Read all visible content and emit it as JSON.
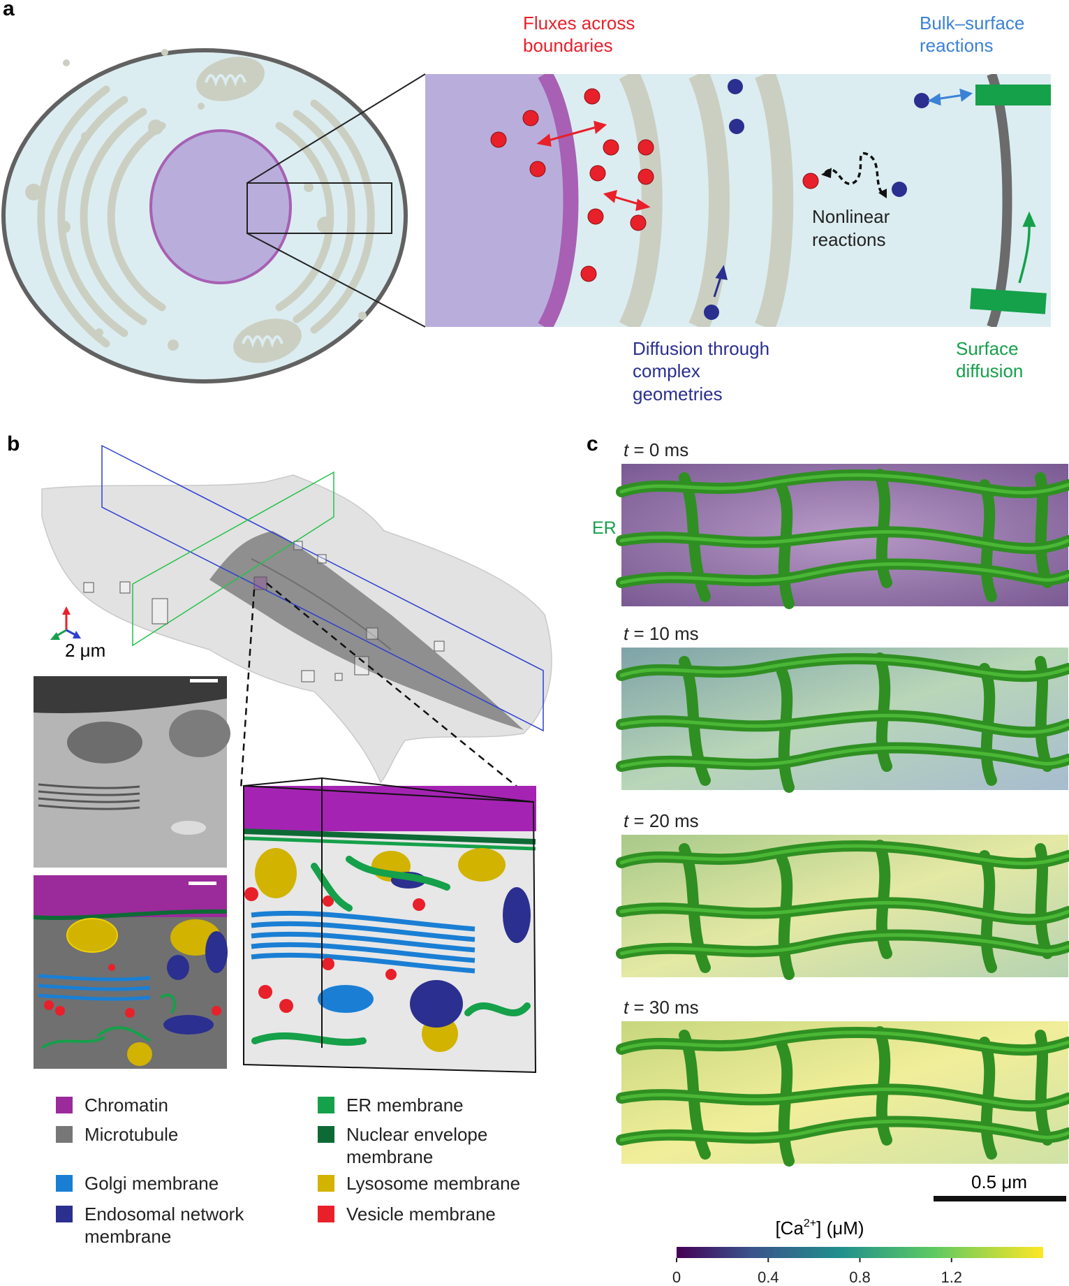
{
  "panels": {
    "a": {
      "letter": "a",
      "labels": {
        "fluxes_line1": "Fluxes across",
        "fluxes_line2": "boundaries",
        "bulk_line1": "Bulk–surface",
        "bulk_line2": "reactions",
        "nonlinear_line1": "Nonlinear",
        "nonlinear_line2": "reactions",
        "diffusion_line1": "Diffusion through",
        "diffusion_line2": "complex",
        "diffusion_line3": "geometries",
        "surface_line1": "Surface",
        "surface_line2": "diffusion"
      }
    },
    "b": {
      "letter": "b",
      "scale_label": "2 μm",
      "legend": [
        {
          "label_line1": "Chromatin",
          "label_line2": "",
          "color": "#9b2a9b"
        },
        {
          "label_line1": "Microtubule",
          "label_line2": "",
          "color": "#777777"
        },
        {
          "label_line1": "Golgi membrane",
          "label_line2": "",
          "color": "#1a7fd4"
        },
        {
          "label_line1": "Endosomal network",
          "label_line2": "membrane",
          "color": "#2b2f8f"
        },
        {
          "label_line1": "ER membrane",
          "label_line2": "",
          "color": "#15a04a"
        },
        {
          "label_line1": "Nuclear envelope",
          "label_line2": "membrane",
          "color": "#0e6a35"
        },
        {
          "label_line1": "Lysosome membrane",
          "label_line2": "",
          "color": "#d1b300"
        },
        {
          "label_line1": "Vesicle membrane",
          "label_line2": "",
          "color": "#e8202a"
        }
      ]
    },
    "c": {
      "letter": "c",
      "er_label": "ER",
      "time_var": "t",
      "times": [
        "= 0 ms",
        "= 10 ms",
        "= 20 ms",
        "= 30 ms"
      ],
      "scale_label": "0.5 μm",
      "colorbar": {
        "title_prefix": "[Ca",
        "title_sup": "2+",
        "title_suffix": "] (μM)",
        "ticks": [
          "0",
          "0.4",
          "0.8",
          "1.2"
        ]
      }
    }
  },
  "colors": {
    "flux_red": "#e8202a",
    "bulk_blue": "#3b82d6",
    "diffusion_navy": "#2b2f8f",
    "surface_green": "#15a04a",
    "cytoplasm": "#dcedf1",
    "nucleus": "#b9aedb"
  }
}
